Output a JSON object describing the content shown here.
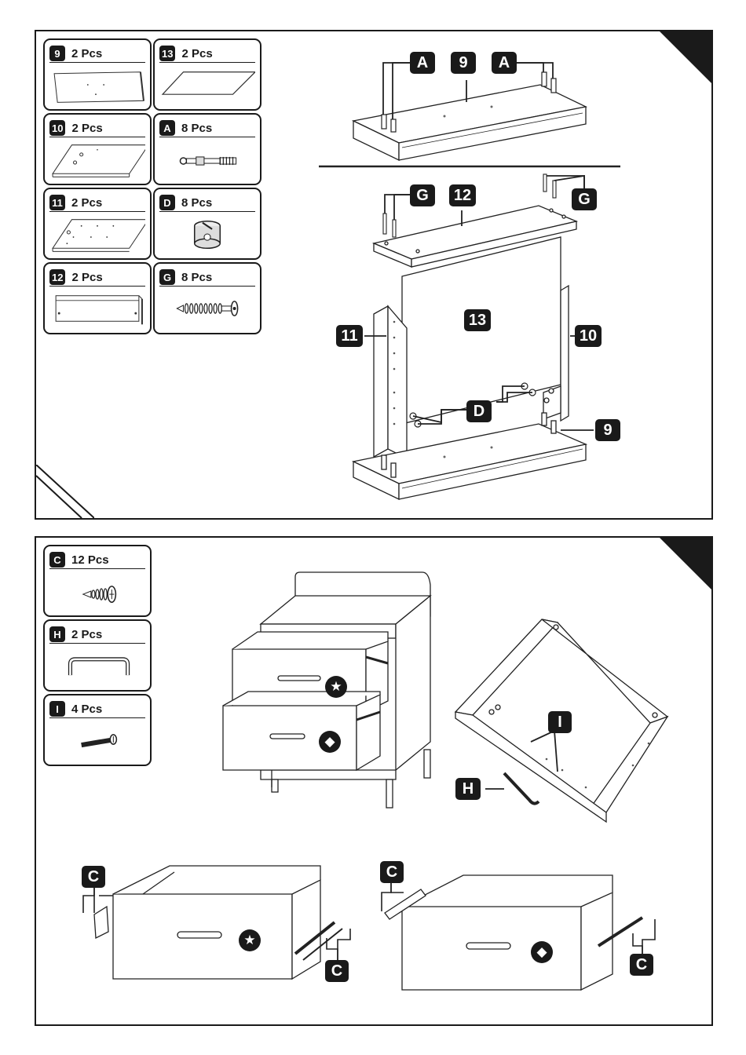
{
  "step1": {
    "parts": [
      {
        "id": "9",
        "qty": "2 Pcs",
        "icon": "flat-board-with-holes"
      },
      {
        "id": "13",
        "qty": "2 Pcs",
        "icon": "thin-back-panel"
      },
      {
        "id": "10",
        "qty": "2 Pcs",
        "icon": "side-panel-with-holes"
      },
      {
        "id": "A",
        "qty": "8 Pcs",
        "icon": "cam-dowel-bolt"
      },
      {
        "id": "11",
        "qty": "2 Pcs",
        "icon": "side-panel-with-holes"
      },
      {
        "id": "D",
        "qty": "8 Pcs",
        "icon": "cam-lock-nut"
      },
      {
        "id": "12",
        "qty": "2 Pcs",
        "icon": "top-board"
      },
      {
        "id": "G",
        "qty": "8 Pcs",
        "icon": "wood-screw"
      }
    ],
    "callouts": {
      "a_left": "A",
      "nine_top": "9",
      "a_right": "A",
      "g_left": "G",
      "twelve": "12",
      "g_right": "G",
      "thirteen": "13",
      "eleven": "11",
      "ten": "10",
      "d": "D",
      "nine_bottom": "9"
    }
  },
  "step2": {
    "parts": [
      {
        "id": "C",
        "qty": "12 Pcs",
        "icon": "short-screw"
      },
      {
        "id": "H",
        "qty": "2 Pcs",
        "icon": "drawer-handle"
      },
      {
        "id": "I",
        "qty": "4 Pcs",
        "icon": "machine-bolt"
      }
    ],
    "callouts": {
      "i": "I",
      "h": "H",
      "c_left_top": "C",
      "c_left_bottom": "C",
      "c_right_top": "C",
      "c_right_bottom": "C"
    },
    "symbols": {
      "star": "★",
      "diamond": "◆"
    }
  }
}
